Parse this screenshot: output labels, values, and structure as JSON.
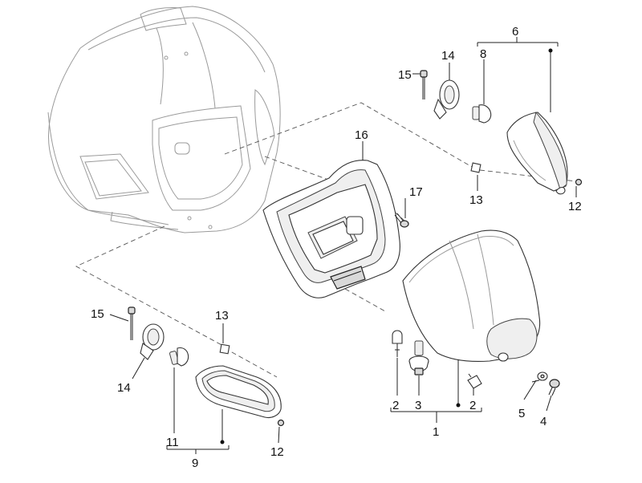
{
  "labels": {
    "p1": "1",
    "p2a": "2",
    "p2b": "2",
    "p3": "3",
    "p4": "4",
    "p5": "5",
    "p6": "6",
    "p8": "8",
    "p9": "9",
    "p11": "11",
    "p12a": "12",
    "p12b": "12",
    "p13a": "13",
    "p13b": "13",
    "p14a": "14",
    "p14b": "14",
    "p15a": "15",
    "p15b": "15",
    "p16": "16",
    "p17": "17"
  }
}
